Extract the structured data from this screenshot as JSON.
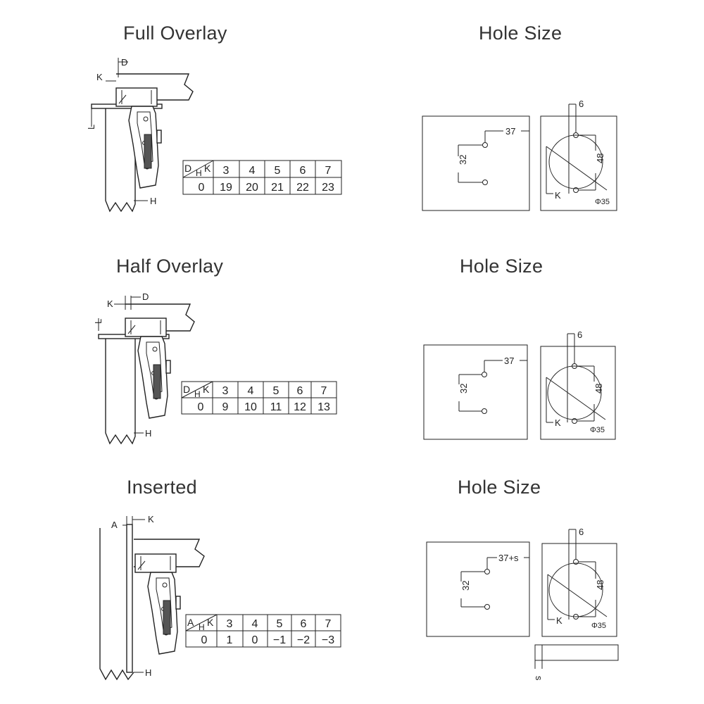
{
  "sections": [
    {
      "title": "Full Overlay",
      "hole_title": "Hole Size",
      "labels": {
        "top": "D",
        "side": "K",
        "left": "L",
        "bottom": "H"
      },
      "table": {
        "corner_top": "D",
        "corner_mid": "H",
        "corner_right": "K",
        "k_values": [
          "3",
          "4",
          "5",
          "6",
          "7"
        ],
        "d_value": "0",
        "h_values": [
          "19",
          "20",
          "21",
          "22",
          "23"
        ]
      },
      "hole": {
        "left_h": "37",
        "left_v": "32",
        "right_top": "6",
        "right_v": "48",
        "right_k": "K",
        "diameter": "Φ35"
      }
    },
    {
      "title": "Half Overlay",
      "hole_title": "Hole Size",
      "labels": {
        "top": "D",
        "side": "K",
        "left": "L",
        "bottom": "H"
      },
      "table": {
        "corner_top": "D",
        "corner_mid": "H",
        "corner_right": "K",
        "k_values": [
          "3",
          "4",
          "5",
          "6",
          "7"
        ],
        "d_value": "0",
        "h_values": [
          "9",
          "10",
          "11",
          "12",
          "13"
        ]
      },
      "hole": {
        "left_h": "37",
        "left_v": "32",
        "right_top": "6",
        "right_v": "48",
        "right_k": "K",
        "diameter": "Φ35"
      }
    },
    {
      "title": "Inserted",
      "hole_title": "Hole Size",
      "labels": {
        "top": "A",
        "side": "K",
        "left": "",
        "bottom": "H"
      },
      "table": {
        "corner_top": "A",
        "corner_mid": "H",
        "corner_right": "K",
        "k_values": [
          "3",
          "4",
          "5",
          "6",
          "7"
        ],
        "d_value": "0",
        "h_values": [
          "1",
          "0",
          "−1",
          "−2",
          "−3"
        ]
      },
      "hole": {
        "left_h": "37+s",
        "left_v": "32",
        "right_top": "6",
        "right_v": "48",
        "right_k": "K",
        "diameter": "Φ35",
        "s_label": "s"
      }
    }
  ]
}
